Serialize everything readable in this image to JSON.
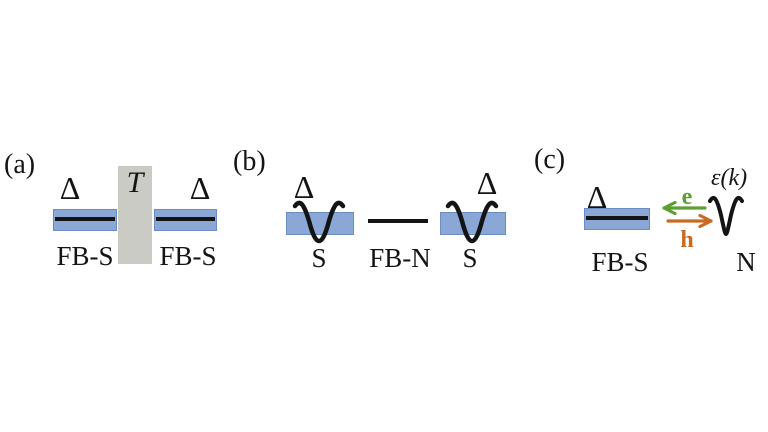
{
  "figure": {
    "description": "Schematic of flat-band superconductor junctions",
    "colors": {
      "band_fill": "#8ba7d6",
      "band_border": "#6b8cc2",
      "barrier_fill": "#c9cbc4",
      "electron_green": "#5d9f35",
      "hole_orange": "#c96a24",
      "ink": "#141414"
    },
    "panel_a": {
      "label": "(a)",
      "left_gap_symbol": "Δ",
      "right_gap_symbol": "Δ",
      "barrier_symbol": "T",
      "left_electrode_label": "FB-S",
      "right_electrode_label": "FB-S"
    },
    "panel_b": {
      "label": "(b)",
      "left_gap_symbol": "Δ",
      "right_gap_symbol": "Δ",
      "left_electrode_label": "S",
      "middle_label": "FB-N",
      "right_electrode_label": "S"
    },
    "panel_c": {
      "label": "(c)",
      "gap_symbol": "Δ",
      "electrode_label": "FB-S",
      "electron_label": "e",
      "hole_label": "h",
      "dispersion_label": "ε(k)",
      "normal_label": "N"
    }
  }
}
